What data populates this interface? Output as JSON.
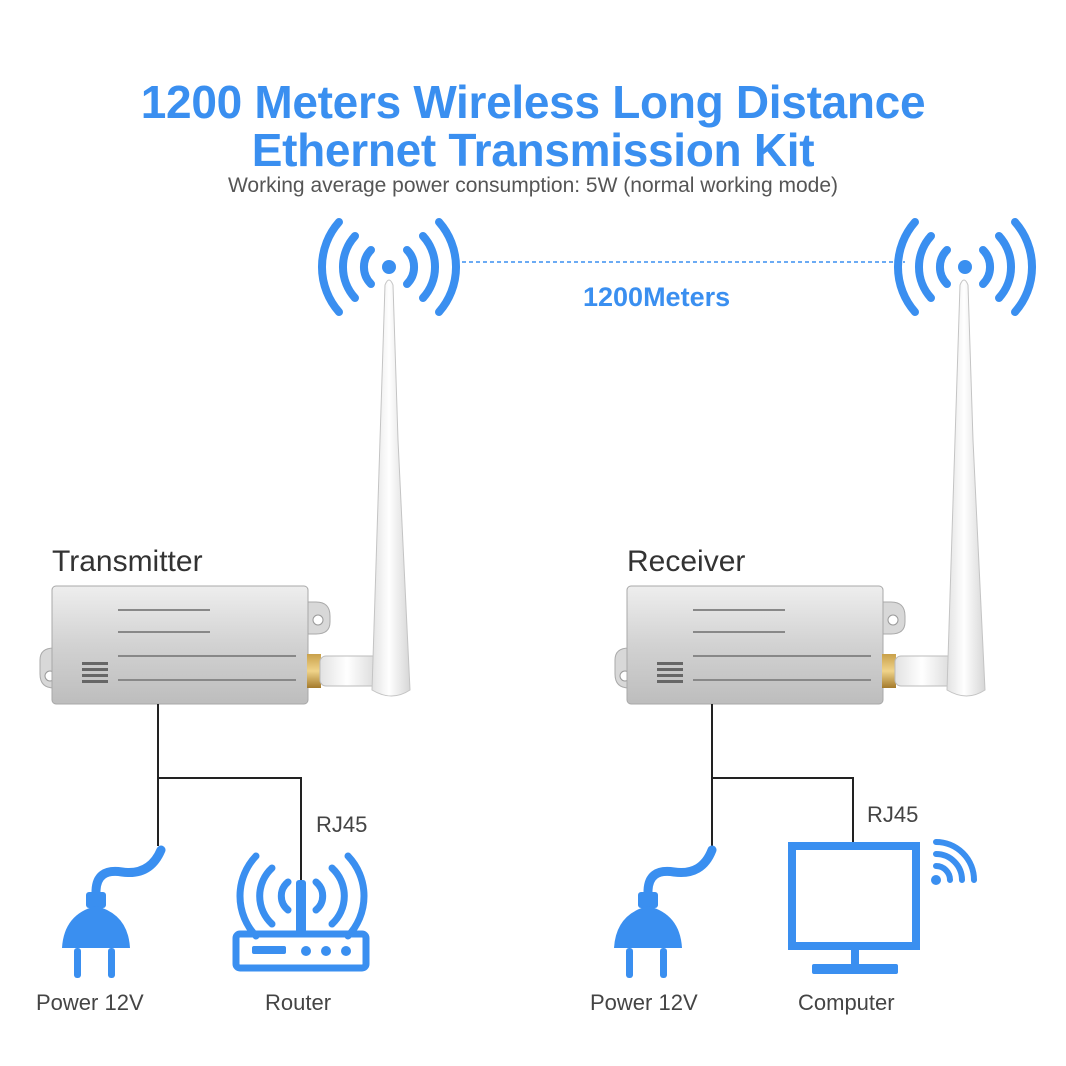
{
  "title": {
    "line1": "1200 Meters Wireless Long Distance",
    "line2": "Ethernet Transmission Kit"
  },
  "subtitle": "Working average power consumption: 5W (normal working mode)",
  "distance": "1200Meters",
  "devices": {
    "transmitter": {
      "label": "Transmitter"
    },
    "receiver": {
      "label": "Receiver"
    }
  },
  "endpoints": {
    "tx_power": "Power 12V",
    "tx_router": "Router",
    "tx_rj45": "RJ45",
    "rx_power": "Power 12V",
    "rx_computer": "Computer",
    "rx_rj45": "RJ45"
  },
  "colors": {
    "accent": "#3a8ff0",
    "line": "#222222",
    "device": "#d6d6d6"
  },
  "icons": [
    "wifi-signal-icon",
    "power-plug-icon",
    "router-icon",
    "monitor-icon",
    "antenna-icon"
  ]
}
